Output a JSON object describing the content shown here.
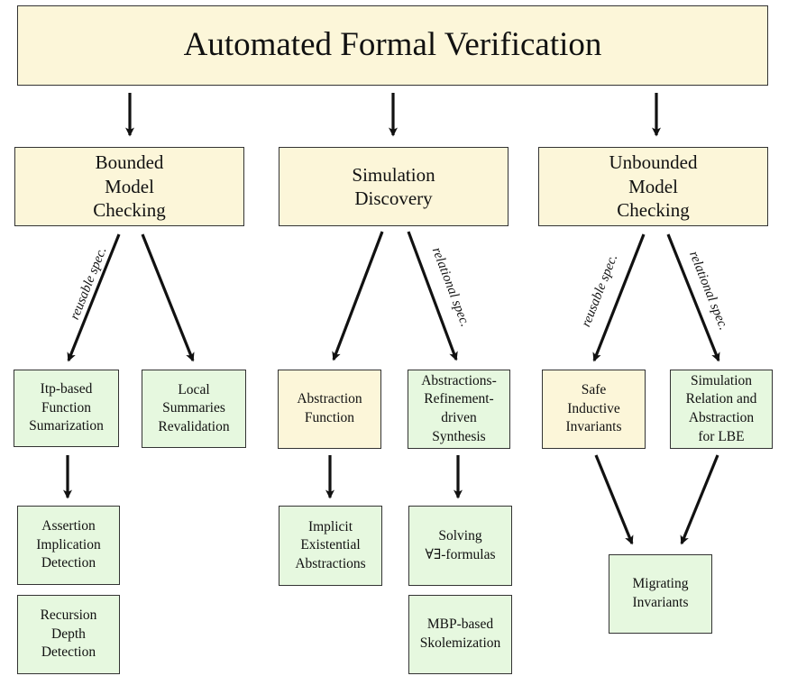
{
  "title": "Automated Formal Verification",
  "categories": {
    "bmc": "Bounded\nModel\nChecking",
    "sim": "Simulation\nDiscovery",
    "ubmc": "Unbounded\nModel\nChecking"
  },
  "nodes": {
    "itp": "Itp-based\nFunction\nSumarization",
    "local": "Local\nSummaries\nRevalidation",
    "absfun": "Abstraction\nFunction",
    "ards": "Abstractions-\nRefinement-\ndriven\nSynthesis",
    "safe": "Safe\nInductive\nInvariants",
    "simrel": "Simulation\nRelation and\nAbstraction\nfor LBE",
    "assert": "Assertion\nImplication\nDetection",
    "recur": "Recursion\nDepth\nDetection",
    "implicit": "Implicit\nExistential\nAbstractions",
    "solving": "Solving\n∀∃-formulas",
    "mbp": "MBP-based\nSkolemization",
    "migrating": "Migrating\nInvariants"
  },
  "edge_labels": {
    "reusable_1": "reusable spec.",
    "relational_1": "relational spec.",
    "reusable_2": "reusable spec.",
    "relational_2": "relational spec."
  }
}
